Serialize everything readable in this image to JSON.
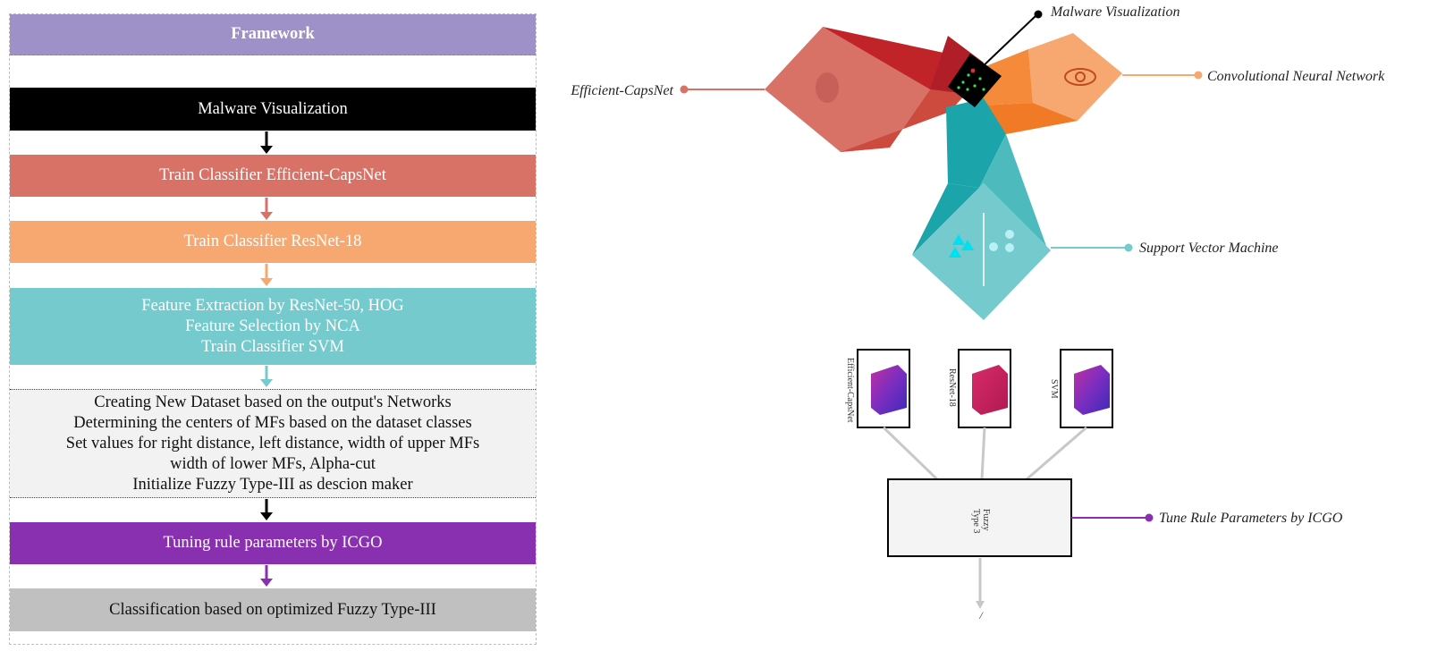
{
  "framework": {
    "title": "Framework",
    "steps": [
      {
        "id": "malware-visualization",
        "lines": [
          "Malware Visualization"
        ],
        "color": "#000000"
      },
      {
        "id": "train-capsnet",
        "lines": [
          "Train Classifier Efficient-CapsNet"
        ],
        "color": "#D87166"
      },
      {
        "id": "train-resnet18",
        "lines": [
          "Train Classifier ResNet-18"
        ],
        "color": "#F7A870"
      },
      {
        "id": "svm-block",
        "lines": [
          "Feature Extraction by ResNet-50, HOG",
          "Feature Selection by NCA",
          "Train Classifier SVM"
        ],
        "color": "#74CACC"
      },
      {
        "id": "fuzzy-setup",
        "lines": [
          "Creating New Dataset based on the output's Networks",
          "Determining the centers of MFs based on the dataset classes",
          "Set values for right distance, left distance, width of upper MFs",
          "width of lower MFs, Alpha-cut",
          "Initialize Fuzzy Type-III as descion maker"
        ],
        "color": "#F2F2F2"
      },
      {
        "id": "tuning",
        "lines": [
          "Tuning rule parameters by ICGO"
        ],
        "color": "#8830B0"
      },
      {
        "id": "classification",
        "lines": [
          "Classification based on optimized Fuzzy Type-III"
        ],
        "color": "#C0C0C0"
      }
    ]
  },
  "diagram": {
    "labels": {
      "malware": "Malware Visualization",
      "capsnet": "Efficient-CapsNet",
      "cnn": "Convolutional Neural Network",
      "svm": "Support Vector Machine",
      "tune": "Tune Rule Parameters by ICGO"
    },
    "thumbnails": [
      "Efficient-CapsNet",
      "ResNet-18",
      "SVM"
    ],
    "fuzzy_box": [
      "Fuzzy",
      "Type 3"
    ],
    "output": "/",
    "colors": {
      "capsnet": "#D87166",
      "cnn": "#F7A870",
      "svm": "#74CACC",
      "tune": "#8830B0"
    }
  }
}
